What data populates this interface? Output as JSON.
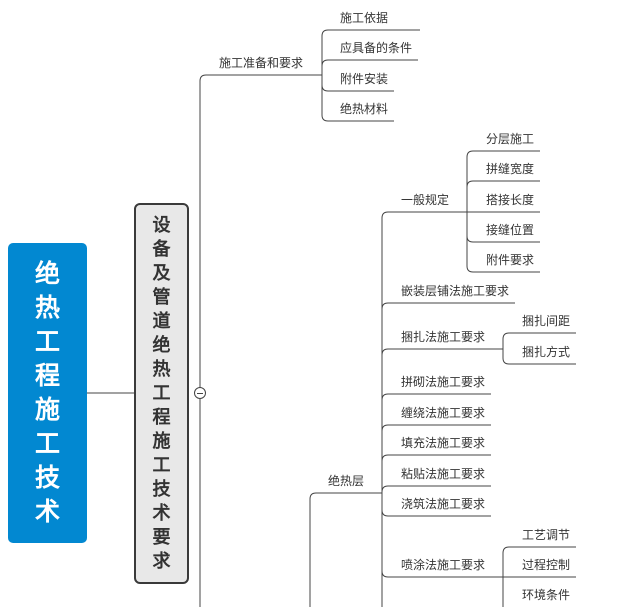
{
  "root": {
    "title": "绝热工程施工技术"
  },
  "main_topic": {
    "title": "设备及管道绝热工程施工技术要求"
  },
  "branches": {
    "prep": {
      "label": "施工准备和要求",
      "children": [
        "施工依据",
        "应具备的条件",
        "附件安装",
        "绝热材料"
      ]
    },
    "layer": {
      "label": "绝热层",
      "general": {
        "label": "一般规定",
        "children": [
          "分层施工",
          "拼缝宽度",
          "搭接长度",
          "接缝位置",
          "附件要求"
        ]
      },
      "embed": {
        "label": "嵌装层铺法施工要求"
      },
      "bind": {
        "label": "捆扎法施工要求",
        "children": [
          "捆扎间距",
          "捆扎方式"
        ]
      },
      "methods": [
        "拼砌法施工要求",
        "缠绕法施工要求",
        "填充法施工要求",
        "粘贴法施工要求",
        "浇筑法施工要求"
      ],
      "spray": {
        "label": "喷涂法施工要求",
        "children": [
          "工艺调节",
          "过程控制",
          "环境条件"
        ]
      }
    }
  },
  "colors": {
    "root": "#0288d1",
    "main": "#e8e8e8",
    "line": "#444444"
  }
}
